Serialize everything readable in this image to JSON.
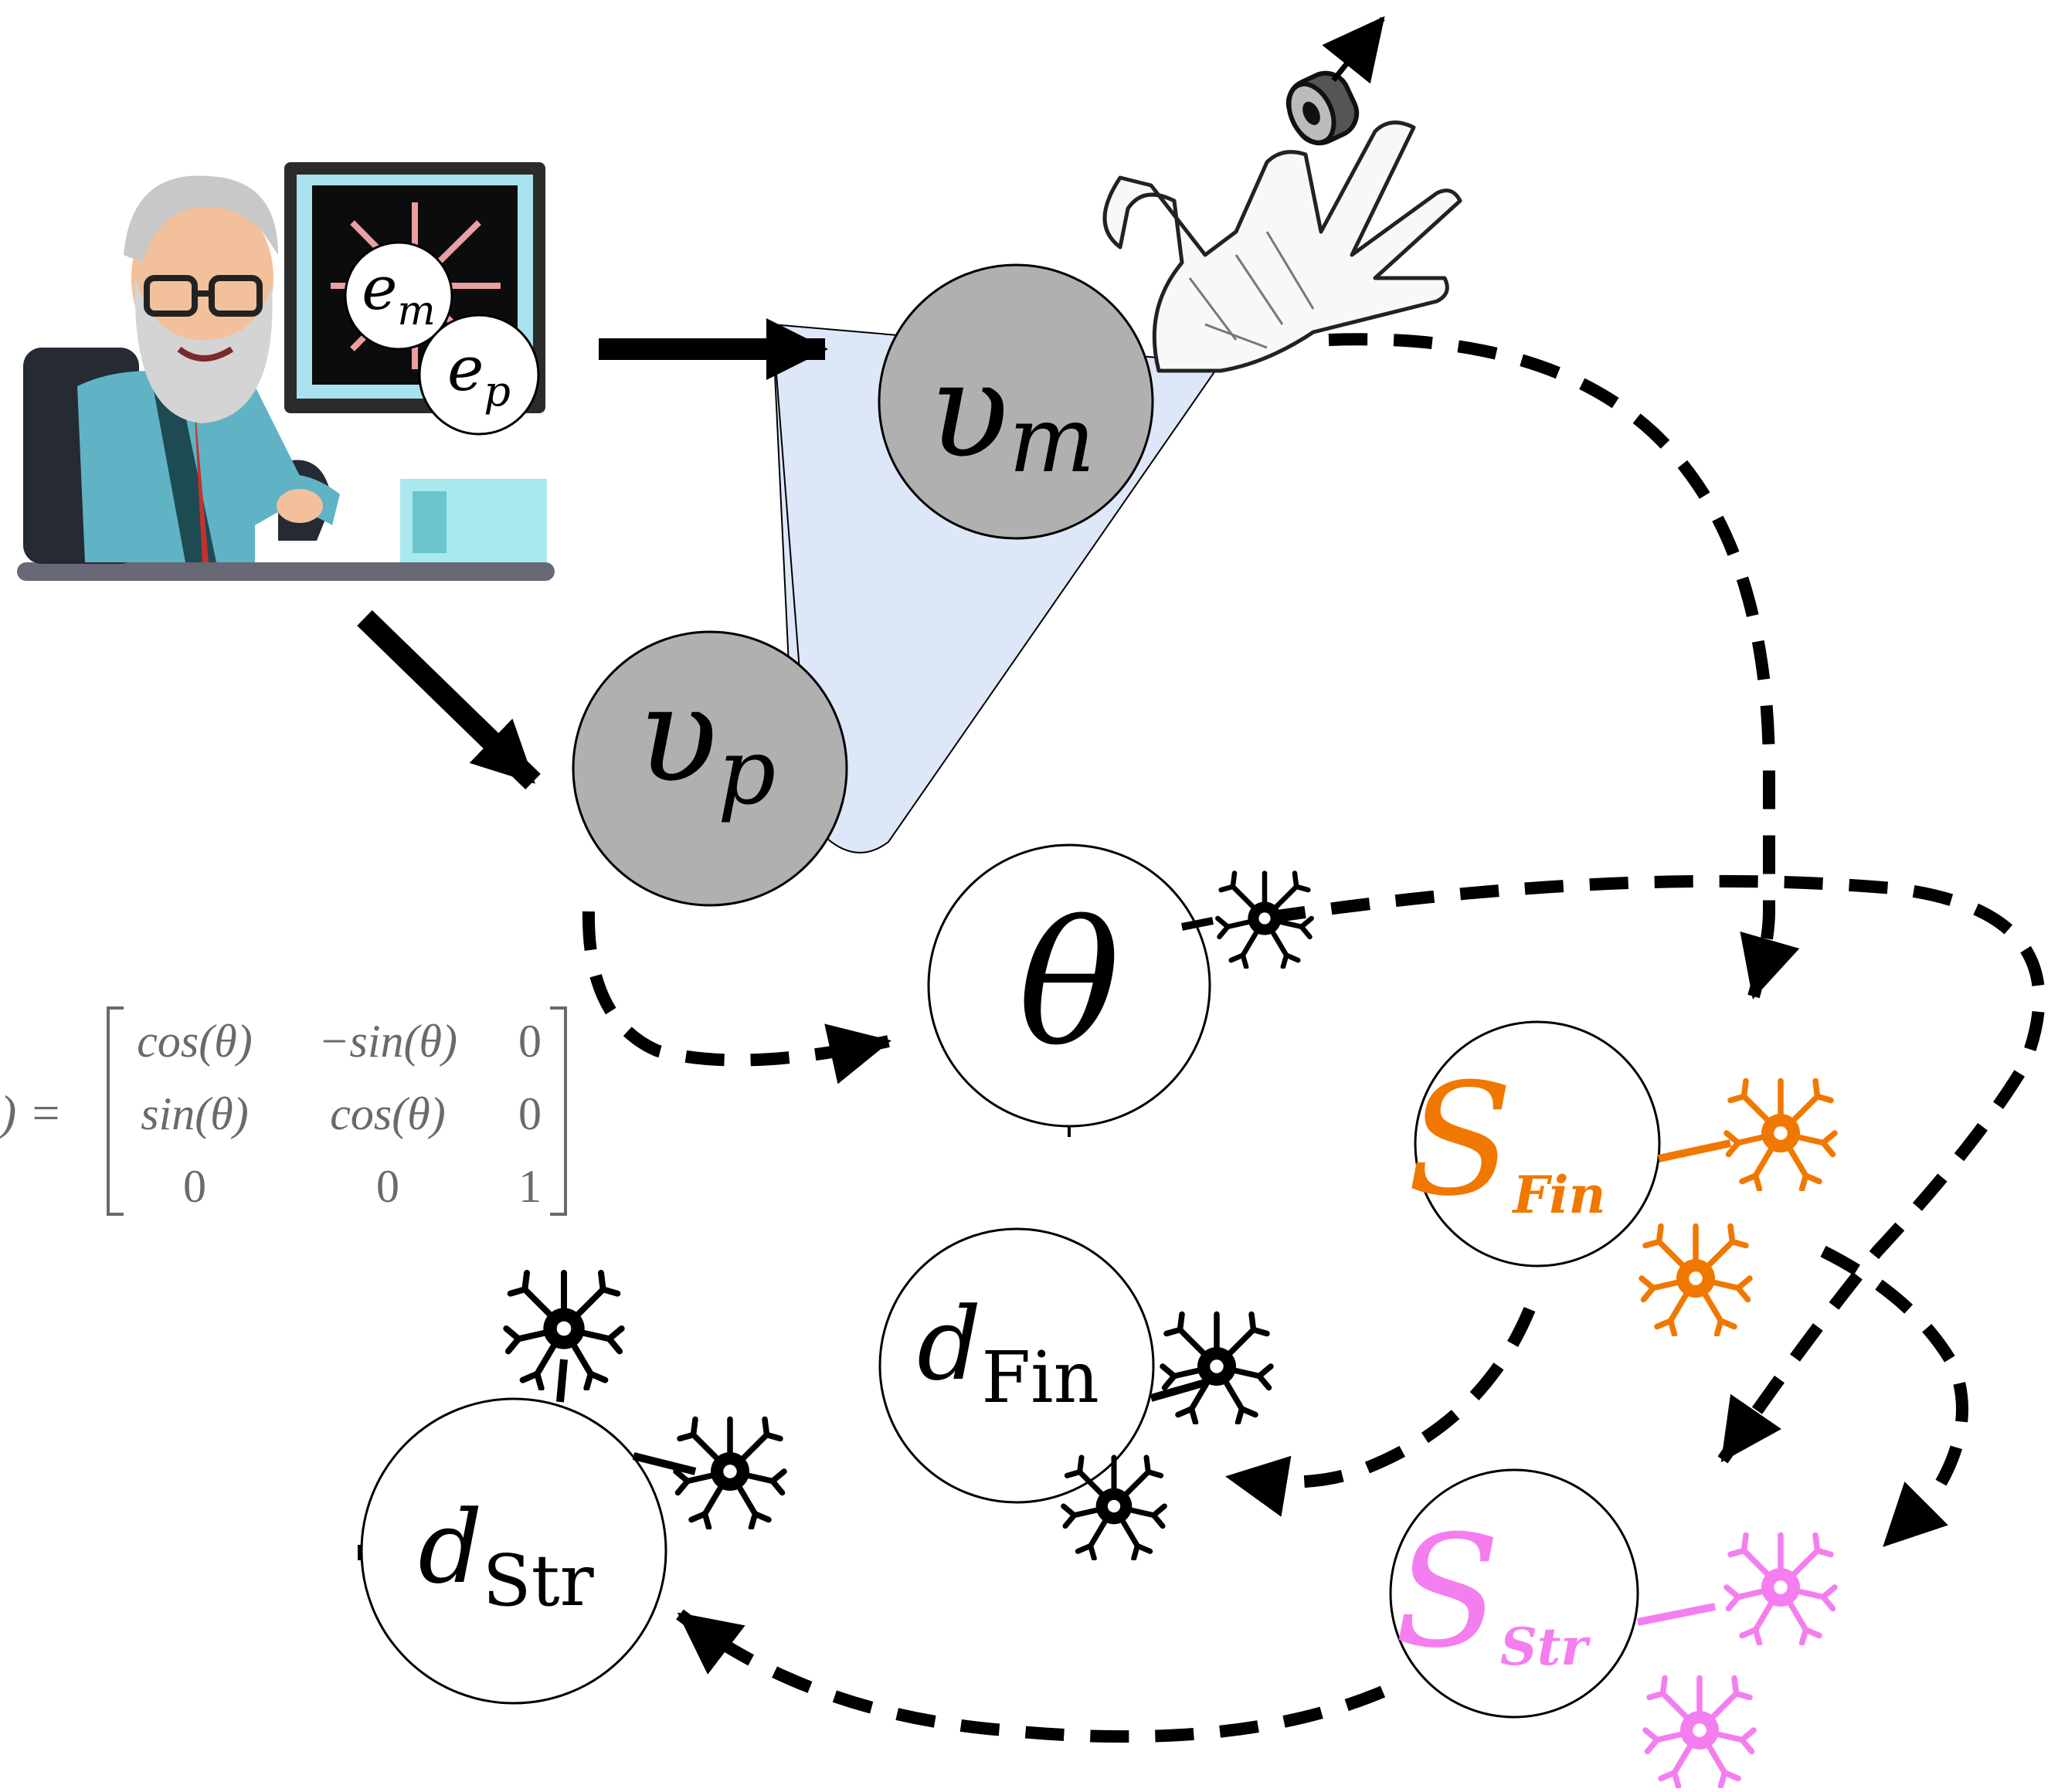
{
  "nodes": {
    "em": {
      "label": "e",
      "sub": "m"
    },
    "ep": {
      "label": "e",
      "sub": "p"
    },
    "vm": {
      "label": "υ",
      "sub": "m"
    },
    "vp": {
      "label": "υ",
      "sub": "p"
    },
    "theta": {
      "label": "θ"
    },
    "s_fin": {
      "label": "S",
      "sub": "Fin",
      "color": "#f07800"
    },
    "s_str": {
      "label": "S",
      "sub": "Str",
      "color": "#f47ef0"
    },
    "d_fin": {
      "label": "d",
      "sub": "Fin"
    },
    "d_str": {
      "label": "d",
      "sub": "Str"
    }
  },
  "matrix": {
    "lhs": ") =",
    "rows": [
      [
        "cos(θ)",
        "−sin(θ)",
        "0"
      ],
      [
        "sin(θ)",
        "cos(θ)",
        "0"
      ],
      [
        "0",
        "0",
        "1"
      ]
    ]
  },
  "colors": {
    "node_gray": "#b0b0b0",
    "limb": "#dde7f8",
    "fin": "#f07800",
    "str": "#f47ef0",
    "screen": "#0c0c0c",
    "screen_arrows": "#e8a0a0"
  },
  "icons": [
    "scientist-at-computer-icon",
    "hand-sketch-icon",
    "neuron-icon"
  ]
}
